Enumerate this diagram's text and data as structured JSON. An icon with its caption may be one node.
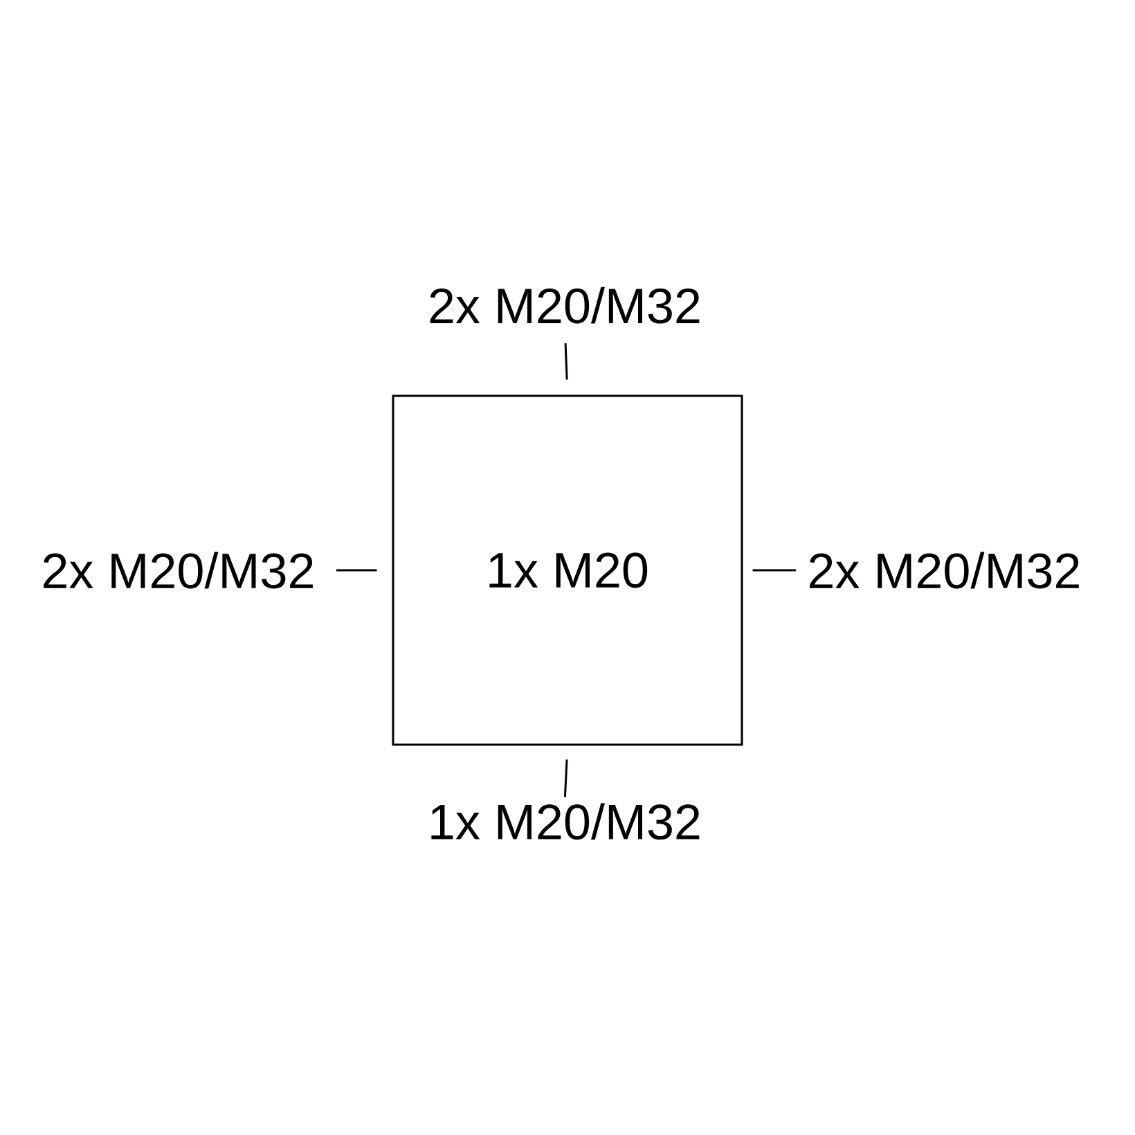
{
  "diagram": {
    "nodes": [
      {
        "text": [
          "1x M20"
        ]
      },
      {
        "text": [
          "2x M20/M32"
        ]
      },
      {
        "text": [
          "2x M20/M32"
        ]
      },
      {
        "text": [
          "2x M20/M32"
        ]
      },
      {
        "text": [
          "1x M20/M32"
        ]
      }
    ],
    "edges": [
      {
        "from": 1,
        "to": 0,
        "arrow": "none"
      },
      {
        "from": 2,
        "to": 0,
        "arrow": "none"
      },
      {
        "from": 3,
        "to": 0,
        "arrow": "none"
      },
      {
        "from": 4,
        "to": 0,
        "arrow": "none"
      }
    ]
  }
}
